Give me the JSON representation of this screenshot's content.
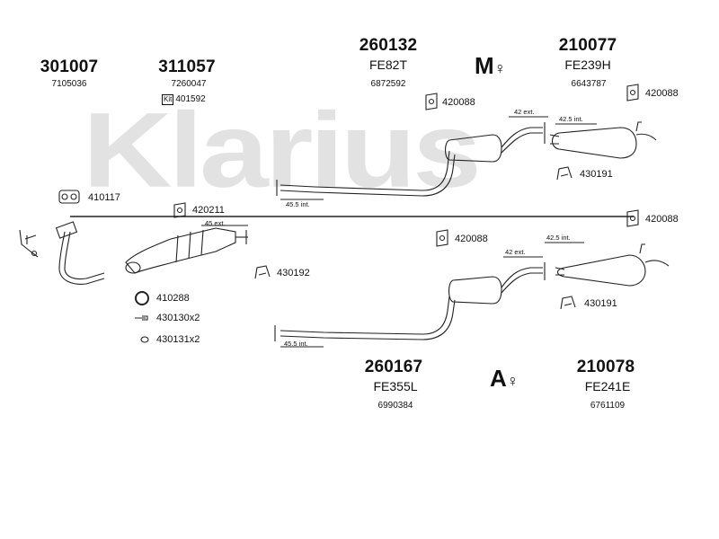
{
  "watermark": "Klarius",
  "assemblies": [
    {
      "id": "301007",
      "ref": "",
      "code": "7105036"
    },
    {
      "id": "311057",
      "ref": "",
      "code": "7260047",
      "kit_label": "Kit",
      "kit_code": "401592"
    },
    {
      "id": "260132",
      "ref": "FE82T",
      "code": "6872592"
    },
    {
      "id": "210077",
      "ref": "FE239H",
      "code": "6643787"
    },
    {
      "id": "260167",
      "ref": "FE355L",
      "code": "6990384"
    },
    {
      "id": "210078",
      "ref": "FE241E",
      "code": "6761109"
    }
  ],
  "parts": {
    "p420088a": "420088",
    "p420088b": "420088",
    "p420088c": "420088",
    "p420088d": "420088",
    "p430191a": "430191",
    "p430191b": "430191",
    "p410117": "410117",
    "p420211": "420211",
    "p430192": "430192",
    "p410288": "410288",
    "p430130": "430130x2",
    "p430131": "430131x2"
  },
  "dims": {
    "d42a": "42 ext.",
    "d425a": "42.5 int.",
    "d455a": "45.5 int.",
    "d45ext": "45 ext.",
    "d42b": "42 ext.",
    "d425b": "42.5 int.",
    "d455b": "45.5 int."
  },
  "symbols": {
    "m": "M",
    "a": "A"
  }
}
